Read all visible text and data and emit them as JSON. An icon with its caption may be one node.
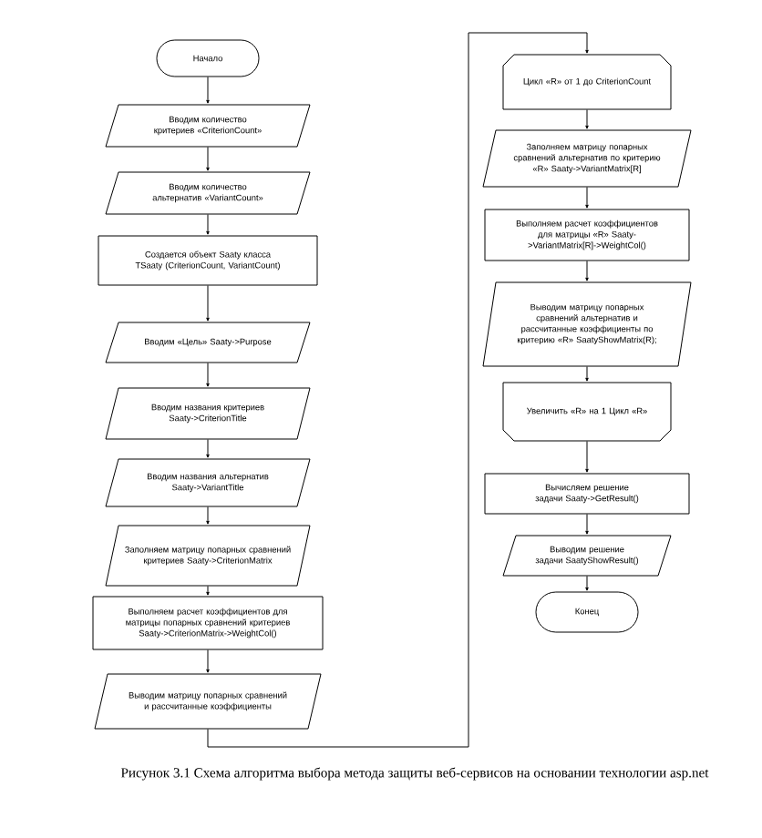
{
  "diagram": {
    "caption": "Рисунок 3.1 Схема алгоритма выбора метода защиты веб-сервисов на основании технологии asp.net",
    "nodes": [
      {
        "text": [
          "Начало"
        ]
      },
      {
        "text": [
          "Вводим количество критериев «CriterionCount»"
        ]
      },
      {
        "text": [
          "Вводим количество альтернатив «VariantCount»"
        ]
      },
      {
        "text": [
          "Создается объект Saaty класса TSaaty (CriterionCount, VariantCount)"
        ]
      },
      {
        "text": [
          "Вводим «Цель» Saaty->Purpose"
        ]
      },
      {
        "text": [
          "Вводим названия критериев Saaty->CriterionTitle"
        ]
      },
      {
        "text": [
          "Вводим названия альтернатив Saaty->VariantTitle"
        ]
      },
      {
        "text": [
          "Заполняем матрицу попарных сравнений критериев Saaty->CriterionMatrix"
        ]
      },
      {
        "text": [
          "Выполняем расчет коэффициентов для матрицы попарных сравнений критериев Saaty->CriterionMatrix->WeightCol()"
        ]
      },
      {
        "text": [
          "Выводим матрицу попарных сравнений и рассчитанные коэффициенты"
        ]
      },
      {
        "text": [
          "Цикл «R» от 1 до CriterionCount"
        ]
      },
      {
        "text": [
          "Заполняем матрицу попарных сравнений альтернатив по критерию «R» Saaty->VariantMatrix[R]"
        ]
      },
      {
        "text": [
          "Выполняем расчет коэффициентов для матрицы «R» Saaty->VariantMatrix[R]->WeightCol()"
        ]
      },
      {
        "text": [
          "Выводим матрицу попарных сравнений альтернатив и рассчитанные коэффициенты по критерию «R» SaatyShowMatrix(R);"
        ]
      },
      {
        "text": [
          "Увеличить «R» на 1 Цикл «R»"
        ]
      },
      {
        "text": [
          "Вычисляем решение задачи Saaty->GetResult()"
        ]
      },
      {
        "text": [
          "Выводим решение задачи SaatyShowResult()"
        ]
      },
      {
        "text": [
          "Конец"
        ]
      }
    ],
    "edges": [
      {
        "from": 0,
        "to": 1,
        "arrow": "to"
      },
      {
        "from": 1,
        "to": 2,
        "arrow": "to"
      },
      {
        "from": 2,
        "to": 3,
        "arrow": "to"
      },
      {
        "from": 3,
        "to": 4,
        "arrow": "to"
      },
      {
        "from": 4,
        "to": 5,
        "arrow": "to"
      },
      {
        "from": 5,
        "to": 6,
        "arrow": "to"
      },
      {
        "from": 6,
        "to": 7,
        "arrow": "to"
      },
      {
        "from": 7,
        "to": 8,
        "arrow": "to"
      },
      {
        "from": 8,
        "to": 9,
        "arrow": "to"
      },
      {
        "from": 9,
        "to": 10,
        "arrow": "to"
      },
      {
        "from": 10,
        "to": 11,
        "arrow": "to"
      },
      {
        "from": 11,
        "to": 12,
        "arrow": "to"
      },
      {
        "from": 12,
        "to": 13,
        "arrow": "to"
      },
      {
        "from": 13,
        "to": 14,
        "arrow": "to"
      },
      {
        "from": 14,
        "to": 15,
        "arrow": "to"
      },
      {
        "from": 15,
        "to": 16,
        "arrow": "to"
      },
      {
        "from": 16,
        "to": 17,
        "arrow": "to"
      }
    ]
  }
}
